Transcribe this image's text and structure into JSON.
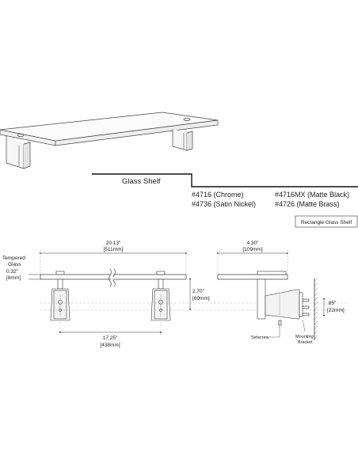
{
  "header": {
    "title": "Glass Shelf"
  },
  "models": [
    {
      "text": "#4716 (Chrome)"
    },
    {
      "text": "#4716MX (Matte Black)"
    },
    {
      "text": "#4736 (Satin Nickel)"
    },
    {
      "text": "#4726 (Matte Brass)"
    }
  ],
  "product_label": "Rectangle Glass Shelf",
  "dimensions": {
    "overall_width_in": "20.13\"",
    "overall_width_mm": "[511mm]",
    "glass_label_line1": "Tempered",
    "glass_label_line2": "Glass",
    "glass_thickness_in": "0.32\"",
    "glass_thickness_mm": "[8mm]",
    "height_in": "2.70\"",
    "height_mm": "[69mm]",
    "bracket_spacing_in": "17.25\"",
    "bracket_spacing_mm": "[438mm]",
    "depth_in": "4.30\"",
    "depth_mm": "[109mm]",
    "mount_in": ".85\"",
    "mount_mm": "[22mm]"
  },
  "callouts": {
    "setscrew": "Setscrew",
    "mounting_bracket_line1": "Mounting",
    "mounting_bracket_line2": "Bracket"
  }
}
